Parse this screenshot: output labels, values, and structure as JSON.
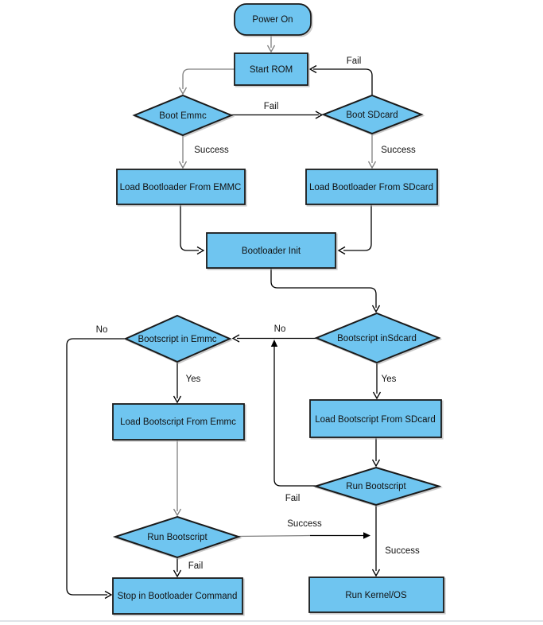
{
  "diagram": {
    "type": "flowchart",
    "title": "Boot sequence flowchart",
    "colors": {
      "node_fill": "#6FC5F0",
      "node_border": "#1a1a1a",
      "connector": "#000000",
      "connector_soft": "#7f7f7f",
      "label_text": "#111111",
      "shadow": "#a6a6a6",
      "page_rule": "#dfe3e8"
    },
    "nodes": [
      {
        "id": "power-on",
        "type": "terminator",
        "label": "Power On"
      },
      {
        "id": "start-rom",
        "type": "process",
        "label": "Start ROM"
      },
      {
        "id": "boot-emmc",
        "type": "decision",
        "label": "Boot Emmc"
      },
      {
        "id": "boot-sdcard",
        "type": "decision",
        "label": "Boot SDcard"
      },
      {
        "id": "load-bootloader-emmc",
        "type": "process",
        "label": "Load Bootloader From EMMC"
      },
      {
        "id": "load-bootloader-sdcard",
        "type": "process",
        "label": "Load Bootloader From SDcard"
      },
      {
        "id": "bootloader-init",
        "type": "process",
        "label": "Bootloader Init"
      },
      {
        "id": "bootscript-in-emmc",
        "type": "decision",
        "label": "Bootscript in Emmc"
      },
      {
        "id": "bootscript-in-sdcard",
        "type": "decision",
        "label": "Bootscript inSdcard"
      },
      {
        "id": "load-bootscript-emmc",
        "type": "process",
        "label": "Load Bootscript From Emmc"
      },
      {
        "id": "load-bootscript-sdcard",
        "type": "process",
        "label": "Load Bootscript From SDcard"
      },
      {
        "id": "run-bootscript-sdcard",
        "type": "decision",
        "label": "Run Bootscript"
      },
      {
        "id": "run-bootscript-emmc",
        "type": "decision",
        "label": "Run Bootscript"
      },
      {
        "id": "stop-in-bootloader-command",
        "type": "process",
        "label": "Stop in Bootloader Command"
      },
      {
        "id": "run-kernel-os",
        "type": "process",
        "label": "Run Kernel/OS"
      }
    ],
    "edge_labels": [
      {
        "id": "fail-bootsdcard-to-startrom",
        "text": "Fail"
      },
      {
        "id": "fail-bootemmc-to-bootsdcard",
        "text": "Fail"
      },
      {
        "id": "success-bootemmc",
        "text": "Success"
      },
      {
        "id": "success-bootsdcard",
        "text": "Success"
      },
      {
        "id": "no-bootscript-in-emmc",
        "text": "No"
      },
      {
        "id": "no-bootscript-in-sdcard",
        "text": "No"
      },
      {
        "id": "yes-bootscript-in-emmc",
        "text": "Yes"
      },
      {
        "id": "yes-bootscript-in-sdcard",
        "text": "Yes"
      },
      {
        "id": "fail-run-bootscript-sdcard",
        "text": "Fail"
      },
      {
        "id": "success-run-bootscript-emmc",
        "text": "Success"
      },
      {
        "id": "success-to-run-kernel",
        "text": "Success"
      },
      {
        "id": "fail-run-bootscript-emmc",
        "text": "Fail"
      }
    ]
  }
}
